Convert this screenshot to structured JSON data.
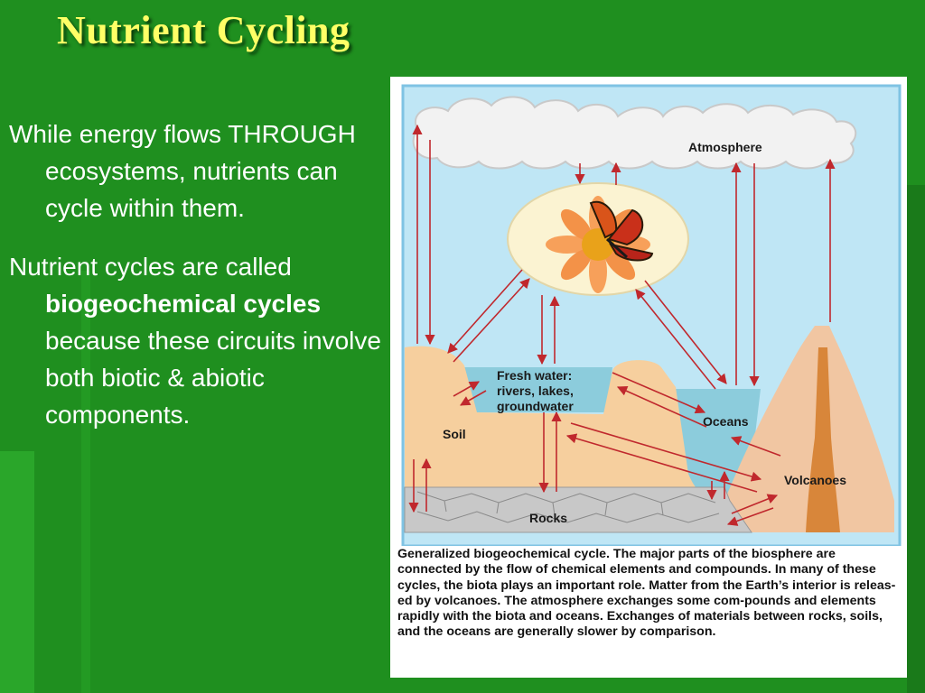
{
  "slide": {
    "title": "Nutrient Cycling",
    "paragraph1": "While energy flows THROUGH ecosystems, nutrients can cycle within them.",
    "paragraph2_before": "Nutrient cycles are called ",
    "paragraph2_bold": "biogeochemical cycles",
    "paragraph2_after": " because these circuits involve both biotic & abiotic components."
  },
  "diagram": {
    "labels": {
      "atmosphere": "Atmosphere",
      "fresh_water_1": "Fresh water:",
      "fresh_water_2": "rivers, lakes,",
      "fresh_water_3": "groundwater",
      "oceans": "Oceans",
      "soil": "Soil",
      "volcanoes": "Volcanoes",
      "rocks": "Rocks"
    },
    "caption": "Generalized biogeochemical cycle. The major parts of the biosphere are connected by the flow of chemical elements and compounds. In many of these cycles, the biota plays an important role. Matter from the Earth’s interior is releas-ed by volcanoes. The atmosphere exchanges some com-pounds and elements rapidly with the biota and oceans. Exchanges of materials between rocks, soils, and the oceans are generally slower by comparison."
  },
  "colors": {
    "background": "#1f8f1f",
    "title": "#ffff66",
    "body_text": "#ffffff",
    "sky": "#bfe6f5",
    "water": "#8cccdc",
    "soil": "#f6cf9e",
    "rock": "#c8c8c8",
    "arrow": "#c0282d"
  }
}
